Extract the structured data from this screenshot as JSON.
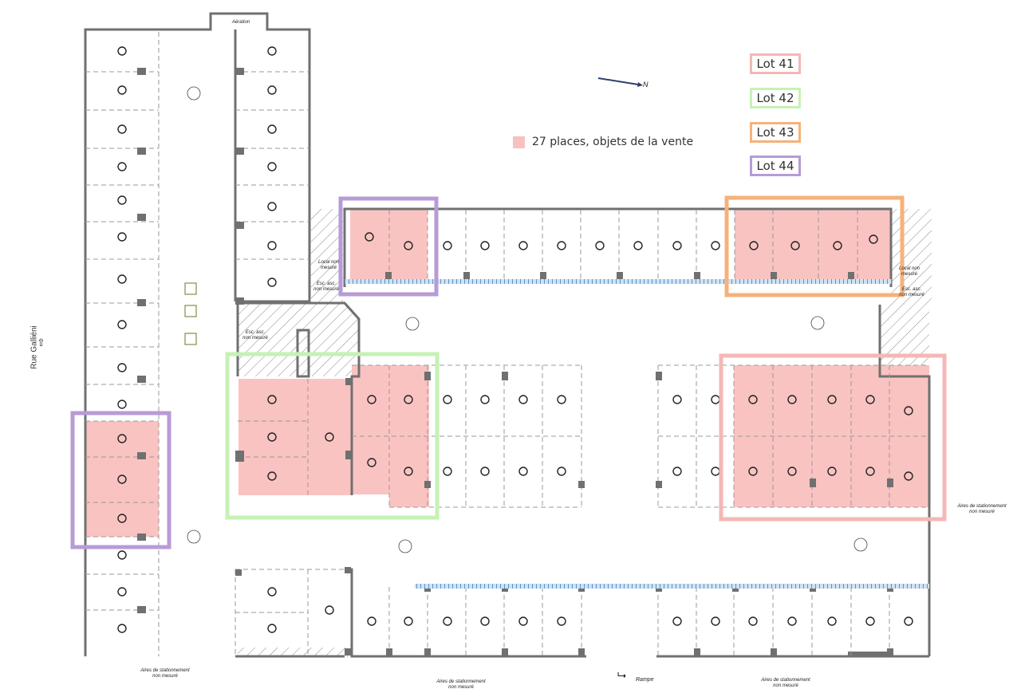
{
  "legend": {
    "lots": [
      {
        "label": "Lot 41",
        "color": "#f5b7b5"
      },
      {
        "label": "Lot 42",
        "color": "#c6f2b4"
      },
      {
        "label": "Lot 43",
        "color": "#f6b27a"
      },
      {
        "label": "Lot 44",
        "color": "#b79bd6"
      }
    ],
    "caption": "27 places, objets de la vente",
    "caption_color": "#f8c0be"
  },
  "labels": {
    "street": "Rue Galliéni",
    "aeration": "Aération",
    "local_non_mesure": "Local non mesuré",
    "esc_asc": "Esc. asc. non mesuré",
    "aires": "Aires de stationnement non mesuré",
    "rampe": "Rampe",
    "north": "N"
  },
  "colors": {
    "wall": "#707070",
    "lot_fill": "#f9c3c1",
    "stripe": "#6fa8dc"
  }
}
